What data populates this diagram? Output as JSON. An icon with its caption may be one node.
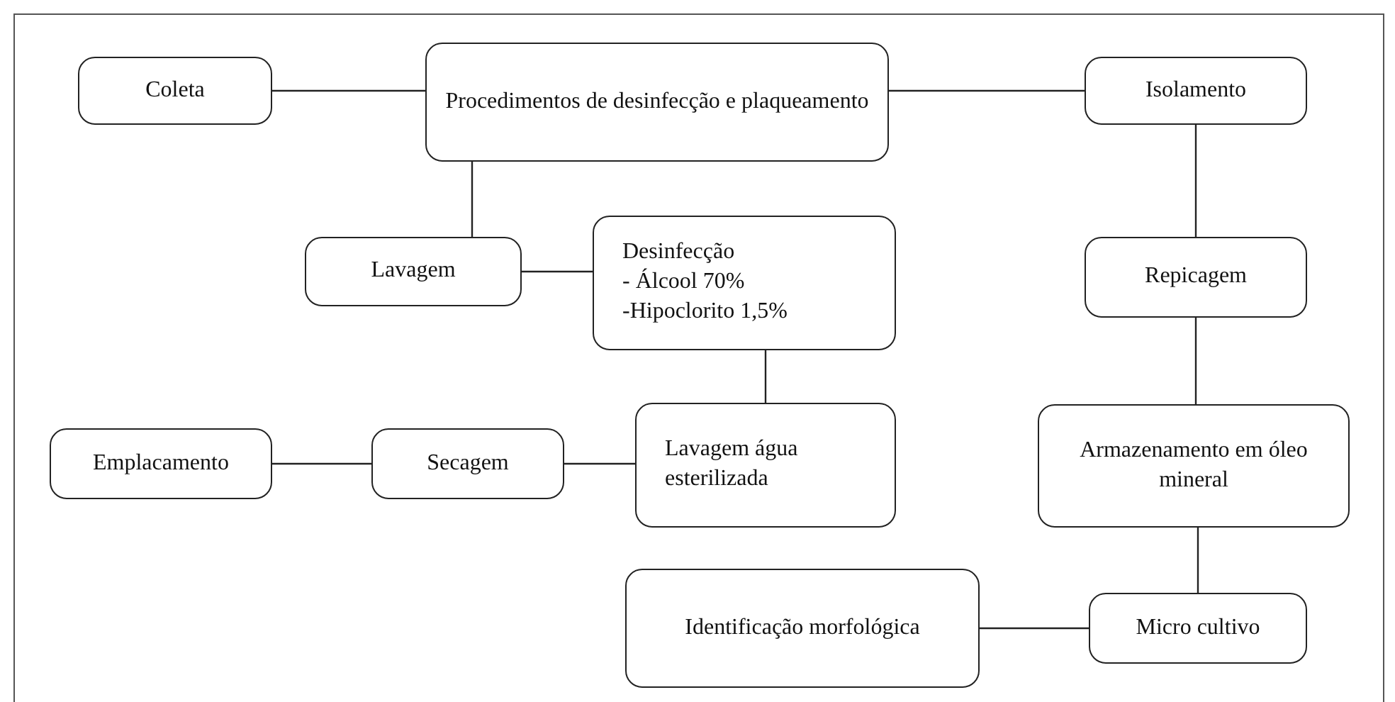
{
  "diagram": {
    "nodes": [
      {
        "text": [
          "Coleta"
        ]
      },
      {
        "text": [
          "Procedimentos de desinfecção e plaqueamento"
        ]
      },
      {
        "text": [
          "Isolamento"
        ]
      },
      {
        "text": [
          "Lavagem"
        ]
      },
      {
        "text": [
          "Desinfecção",
          "- Álcool 70%",
          "-Hipoclorito 1,5%"
        ]
      },
      {
        "text": [
          "Repicagem"
        ]
      },
      {
        "text": [
          "Lavagem água esterilizada"
        ]
      },
      {
        "text": [
          "Secagem"
        ]
      },
      {
        "text": [
          "Emplacamento"
        ]
      },
      {
        "text": [
          "Armazenamento em óleo mineral"
        ]
      },
      {
        "text": [
          "Identificação morfológica"
        ]
      },
      {
        "text": [
          "Micro cultivo"
        ]
      }
    ],
    "edges": [
      {
        "from": 0,
        "to": 1,
        "arrow": "none"
      },
      {
        "from": 1,
        "to": 2,
        "arrow": "none"
      },
      {
        "from": 1,
        "to": 3,
        "arrow": "none"
      },
      {
        "from": 3,
        "to": 4,
        "arrow": "none"
      },
      {
        "from": 4,
        "to": 6,
        "arrow": "none"
      },
      {
        "from": 6,
        "to": 7,
        "arrow": "none"
      },
      {
        "from": 7,
        "to": 8,
        "arrow": "none"
      },
      {
        "from": 2,
        "to": 5,
        "arrow": "none"
      },
      {
        "from": 5,
        "to": 9,
        "arrow": "none"
      },
      {
        "from": 9,
        "to": 11,
        "arrow": "none"
      },
      {
        "from": 11,
        "to": 10,
        "arrow": "none"
      }
    ]
  }
}
